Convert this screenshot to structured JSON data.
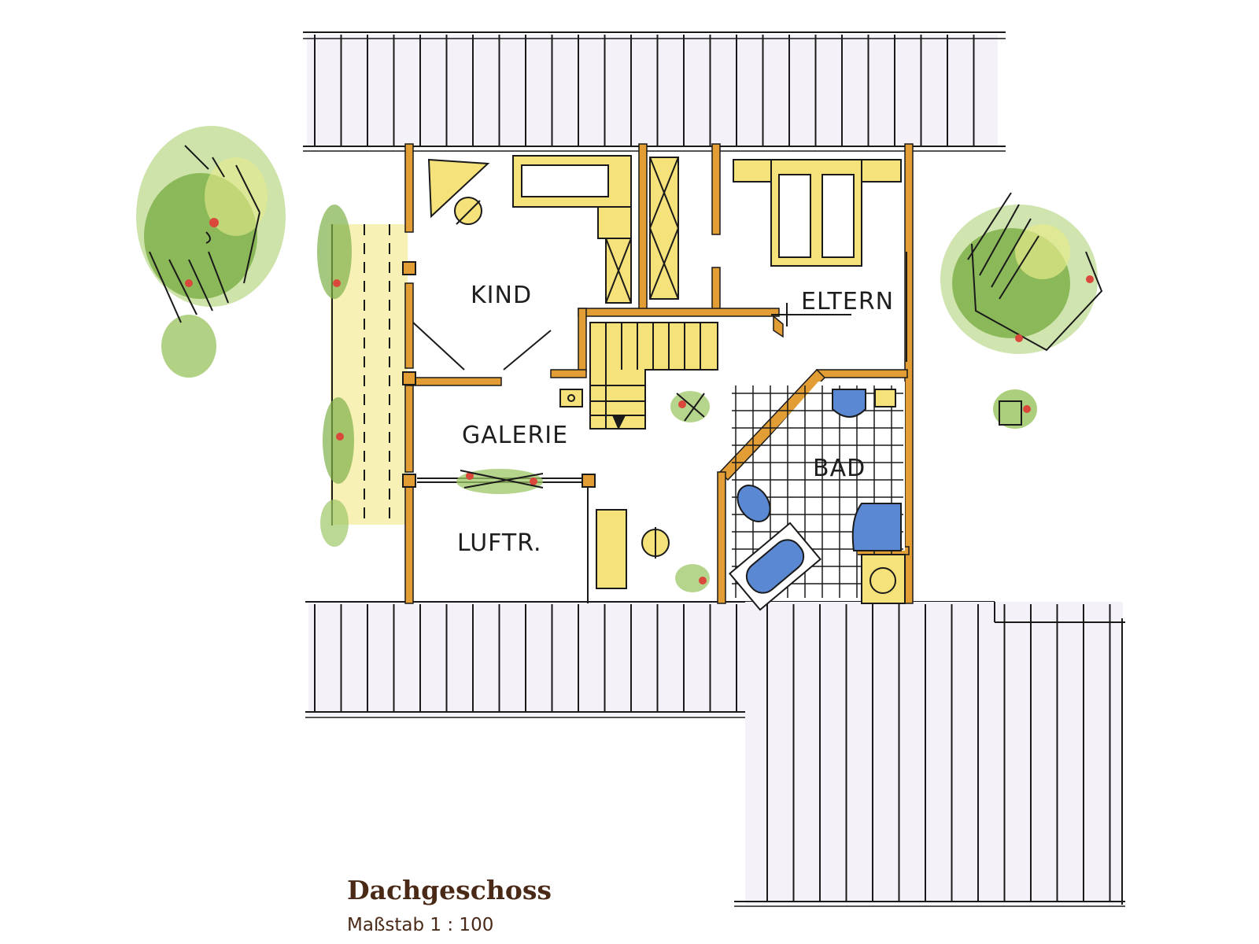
{
  "rooms": {
    "kind": "KIND",
    "eltern": "ELTERN",
    "galerie": "GALERIE",
    "luftr": "LUFTR.",
    "bad": "BAD"
  },
  "caption": {
    "title": "Dachgeschoss",
    "scale": "Maßstab 1 : 100"
  },
  "colors": {
    "wall": "#e39d35",
    "ink": "#1a1a1a",
    "furniture_yellow": "#f5e27a",
    "sanitary_blue": "#5a88d2",
    "tree_green": "#7fb04a",
    "flower_red": "#d9483b",
    "caption_brown": "#4a2a17"
  },
  "icons": [
    "tree-icon",
    "plant-icon",
    "stair-arrow-icon"
  ]
}
